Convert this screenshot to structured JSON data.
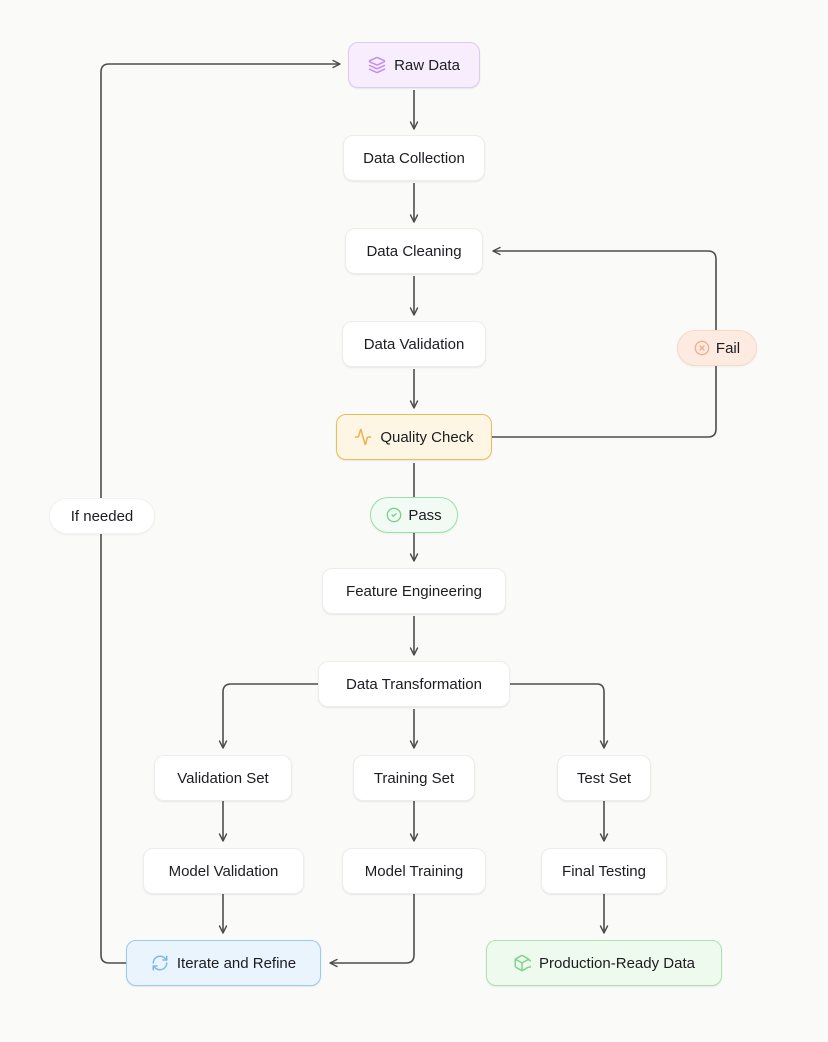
{
  "page": {
    "background": "#fafaf8"
  },
  "diagram": {
    "line_color": "#4d4d4d",
    "text_color": "#1c1c21",
    "node_default": {
      "bg": "#ffffff",
      "border": "#ededeb"
    },
    "nodes": {
      "raw_data": {
        "label": "Raw Data",
        "icon": "layers-icon",
        "bg": "#f7edfc",
        "border": "#decbf1",
        "icon_color": "#c48df0"
      },
      "data_collection": {
        "label": "Data Collection"
      },
      "data_cleaning": {
        "label": "Data Cleaning"
      },
      "data_validation": {
        "label": "Data Validation"
      },
      "quality_check": {
        "label": "Quality Check",
        "icon": "activity-icon",
        "bg": "#fdf6e4",
        "border": "#f0bb55",
        "icon_color": "#edb34b"
      },
      "feature_engineering": {
        "label": "Feature Engineering"
      },
      "data_transformation": {
        "label": "Data Transformation"
      },
      "validation_set": {
        "label": "Validation Set"
      },
      "training_set": {
        "label": "Training Set"
      },
      "test_set": {
        "label": "Test Set"
      },
      "model_validation": {
        "label": "Model Validation"
      },
      "model_training": {
        "label": "Model Training"
      },
      "final_testing": {
        "label": "Final Testing"
      },
      "iterate_refine": {
        "label": "Iterate and Refine",
        "icon": "refresh-icon",
        "bg": "#eaf4fd",
        "border": "#9acaf1",
        "icon_color": "#7db9e8"
      },
      "production_ready": {
        "label": "Production-Ready Data",
        "icon": "package-icon",
        "bg": "#effaee",
        "border": "#ace3b1",
        "icon_color": "#80d48b"
      }
    },
    "edge_label_styles": {
      "pass": {
        "bg": "#f2fbf3",
        "border": "#96e1a8",
        "icon_color": "#6ed38c"
      },
      "fail": {
        "bg": "#fdebe2",
        "border": "#f9d8c6",
        "icon_color": "#f0ac8e"
      },
      "if_needed": {
        "bg": "#ffffff",
        "border": "#f2f2f0"
      }
    },
    "edges": [
      {
        "from": "Raw Data",
        "to": "Data Collection"
      },
      {
        "from": "Data Collection",
        "to": "Data Cleaning"
      },
      {
        "from": "Data Cleaning",
        "to": "Data Validation"
      },
      {
        "from": "Data Validation",
        "to": "Quality Check"
      },
      {
        "from": "Quality Check",
        "to": "Feature Engineering",
        "label": "Pass"
      },
      {
        "from": "Feature Engineering",
        "to": "Data Transformation"
      },
      {
        "from": "Data Transformation",
        "to": "Validation Set"
      },
      {
        "from": "Data Transformation",
        "to": "Training Set"
      },
      {
        "from": "Data Transformation",
        "to": "Test Set"
      },
      {
        "from": "Validation Set",
        "to": "Model Validation"
      },
      {
        "from": "Training Set",
        "to": "Model Training"
      },
      {
        "from": "Test Set",
        "to": "Final Testing"
      },
      {
        "from": "Model Validation",
        "to": "Iterate and Refine"
      },
      {
        "from": "Model Training",
        "to": "Iterate and Refine"
      },
      {
        "from": "Final Testing",
        "to": "Production-Ready Data"
      },
      {
        "from": "Quality Check",
        "to": "Data Cleaning",
        "label": "Fail"
      },
      {
        "from": "Iterate and Refine",
        "to": "Raw Data",
        "label": "If needed"
      }
    ]
  }
}
